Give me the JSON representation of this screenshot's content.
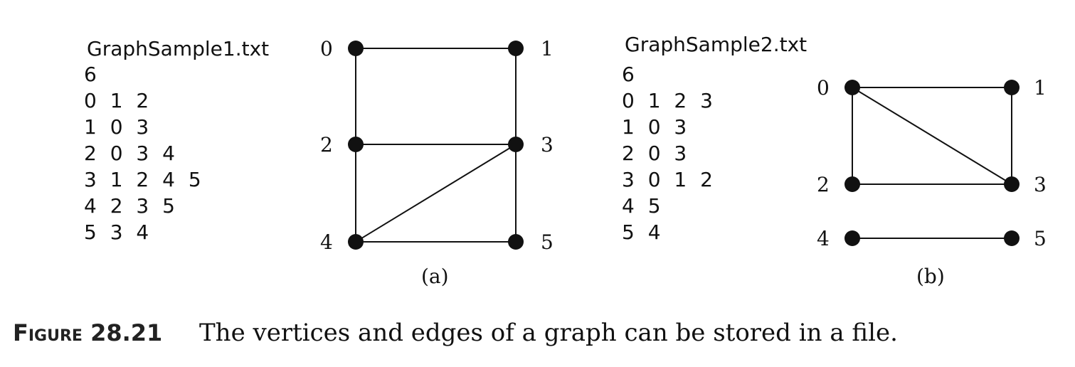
{
  "samples": [
    {
      "filename": "GraphSample1.txt",
      "lines": [
        "6",
        "0 1 2",
        "1 0 3",
        "2 0 3 4",
        "3 1 2 4 5",
        "4 2 3 5",
        "5 3 4"
      ],
      "label": "(a)",
      "vertices": [
        "0",
        "1",
        "2",
        "3",
        "4",
        "5"
      ],
      "edges": [
        [
          0,
          1
        ],
        [
          0,
          2
        ],
        [
          1,
          3
        ],
        [
          2,
          3
        ],
        [
          2,
          4
        ],
        [
          3,
          4
        ],
        [
          3,
          5
        ],
        [
          4,
          5
        ]
      ]
    },
    {
      "filename": "GraphSample2.txt",
      "lines": [
        "6",
        "0 1 2 3",
        "1 0 3",
        "2 0 3",
        "3 0 1 2",
        "4 5",
        "5 4"
      ],
      "label": "(b)",
      "vertices": [
        "0",
        "1",
        "2",
        "3",
        "4",
        "5"
      ],
      "edges": [
        [
          0,
          1
        ],
        [
          0,
          2
        ],
        [
          0,
          3
        ],
        [
          1,
          3
        ],
        [
          2,
          3
        ],
        [
          4,
          5
        ]
      ]
    }
  ],
  "figure": {
    "label": "Figure 28.21",
    "caption": "The vertices and edges of a graph can be stored in a file."
  },
  "colors": {
    "ink": "#111111"
  }
}
